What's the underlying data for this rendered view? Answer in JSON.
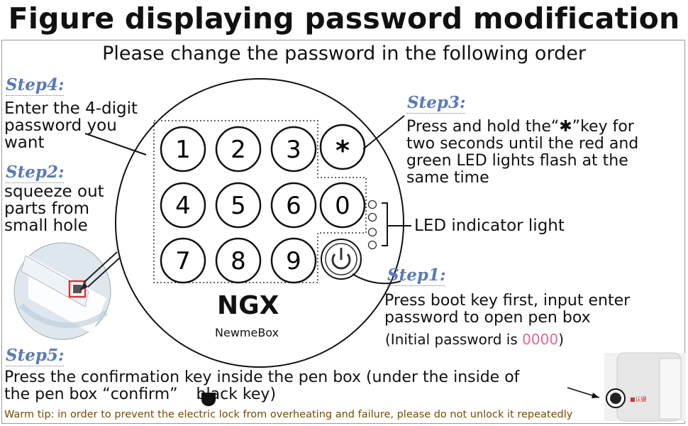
{
  "title": "Figure displaying password modification",
  "subtitle": "Please change the password in the following order",
  "keypad": {
    "keys": [
      "1",
      "2",
      "3",
      "*",
      "4",
      "5",
      "6",
      "0",
      "7",
      "8",
      "9"
    ],
    "power_icon": "power-icon"
  },
  "logo": {
    "main": "NGX",
    "sub": "NewmeBox"
  },
  "step4": {
    "head": "Step4:",
    "lines": [
      "Enter the 4-digit",
      "password you",
      "want"
    ]
  },
  "step2": {
    "head": "Step2:",
    "lines": [
      "squeeze out",
      "parts from",
      "small hole"
    ]
  },
  "step3": {
    "head": "Step3:",
    "lines": [
      "Press and hold the“✱”key for",
      "two seconds until the red and",
      "green LED lights flash at the",
      "same time"
    ]
  },
  "led": {
    "label": "LED indicator light"
  },
  "step1": {
    "head": "Step1:",
    "lines": [
      "Press boot key first, input enter",
      "password to open pen box"
    ],
    "note_prefix": "(Initial password is ",
    "note_code": "0000",
    "note_suffix": ")"
  },
  "step5": {
    "head": "Step5:",
    "line1": "Press the confirmation key inside the pen box (under the inside of",
    "line2_prefix": "the pen box “confirm”",
    "line2_suffix": "black key)"
  },
  "tip": "Warm tip: in order to prevent the electric lock from overheating and failure, please do not unlock it repeatedly",
  "colors": {
    "step_heading": "#5a7ab7",
    "initial_code": "#e06a8f",
    "tip": "#7a4a00"
  }
}
